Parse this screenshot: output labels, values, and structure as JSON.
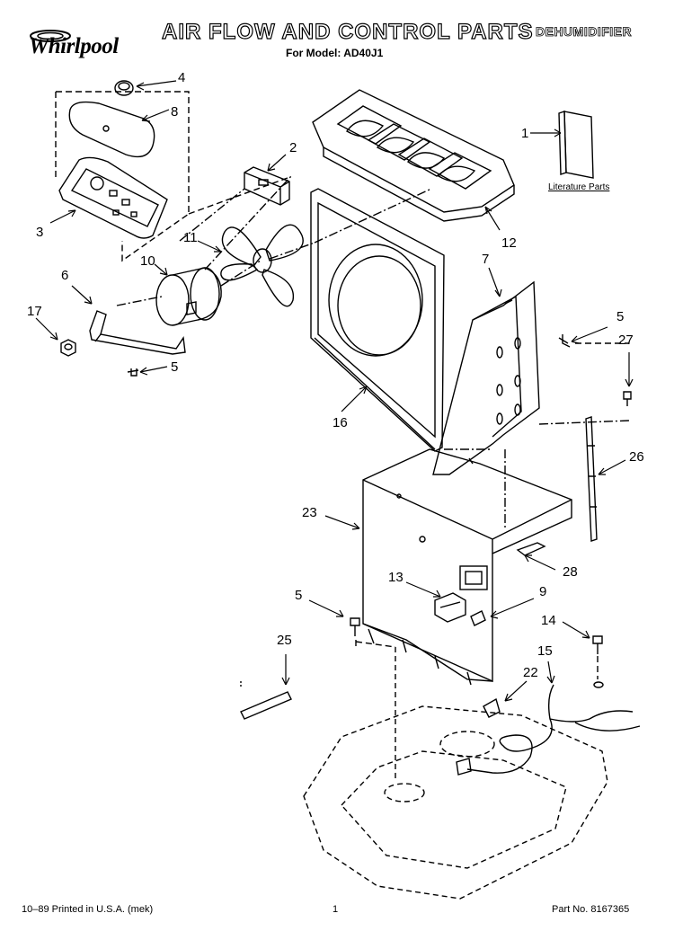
{
  "header": {
    "brand": "Whirlpool",
    "title": "AIR FLOW AND CONTROL PARTS",
    "category": "DEHUMIDIFIER",
    "model_line": "For Model: AD40J1"
  },
  "literature_label": "Literature Parts",
  "callouts": {
    "c1": "1",
    "c2": "2",
    "c3": "3",
    "c4": "4",
    "c5a": "5",
    "c5b": "5",
    "c5c": "5",
    "c6": "6",
    "c7": "7",
    "c8": "8",
    "c9": "9",
    "c10": "10",
    "c11": "11",
    "c12": "12",
    "c13": "13",
    "c14": "14",
    "c15": "15",
    "c16": "16",
    "c17": "17",
    "c22": "22",
    "c23": "23",
    "c25": "25",
    "c26": "26",
    "c27": "27",
    "c28": "28"
  },
  "footer": {
    "left": "10–89 Printed in U.S.A. (mek)",
    "page": "1",
    "part_no": "Part No. 8167365"
  }
}
